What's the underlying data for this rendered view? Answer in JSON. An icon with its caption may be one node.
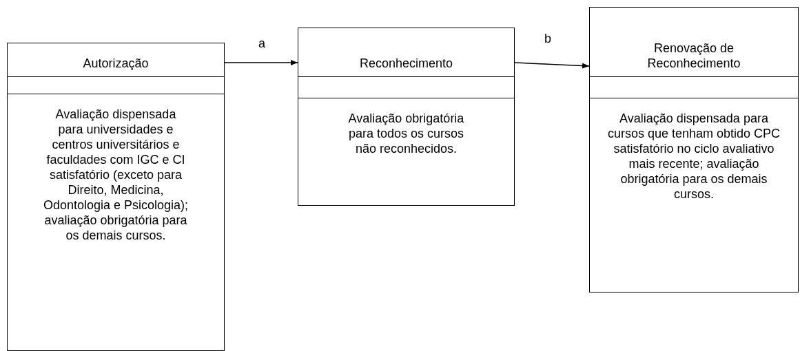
{
  "diagram": {
    "nodes": [
      {
        "text": [
          "Autorização",
          "Avaliação dispensada para universidades e centros universitários e faculdades com IGC e CI satisfatório (exceto para Direito, Medicina, Odontologia e Psicologia); avaliação obrigatória para os demais cursos."
        ]
      },
      {
        "text": [
          "Reconhecimento",
          "Avaliação obrigatória para todos os cursos não reconhecidos."
        ]
      },
      {
        "text": [
          "Renovação de Reconhecimento",
          "Avaliação dispensada para cursos que tenham obtido CPC satisfatório no ciclo avaliativo mais recente; avaliação obrigatória para os demais cursos."
        ]
      }
    ],
    "edges": [
      {
        "from": 0,
        "to": 1,
        "arrow": "to",
        "label": "a"
      },
      {
        "from": 1,
        "to": 2,
        "arrow": "to",
        "label": "b"
      }
    ]
  }
}
